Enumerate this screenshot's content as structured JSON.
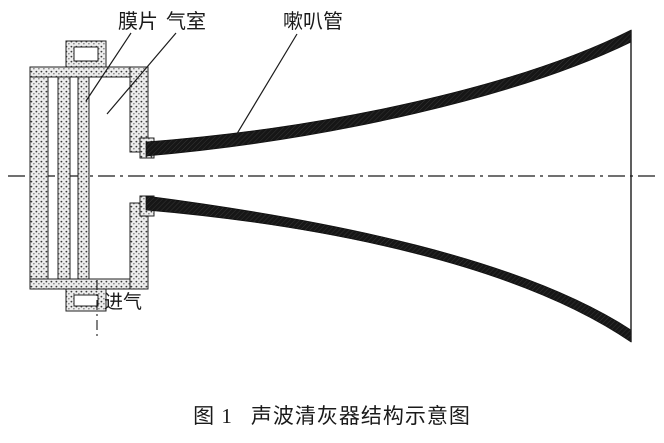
{
  "figure": {
    "labels": {
      "diaphragm": "膜片",
      "air_chamber": "气室",
      "horn_tube": "嗽叭管",
      "air_inlet": "进气"
    },
    "caption_number": "图 1",
    "caption_title": "声波清灰器结构示意图",
    "colors": {
      "ink": "#1b1b1b",
      "background": "#ffffff"
    }
  }
}
